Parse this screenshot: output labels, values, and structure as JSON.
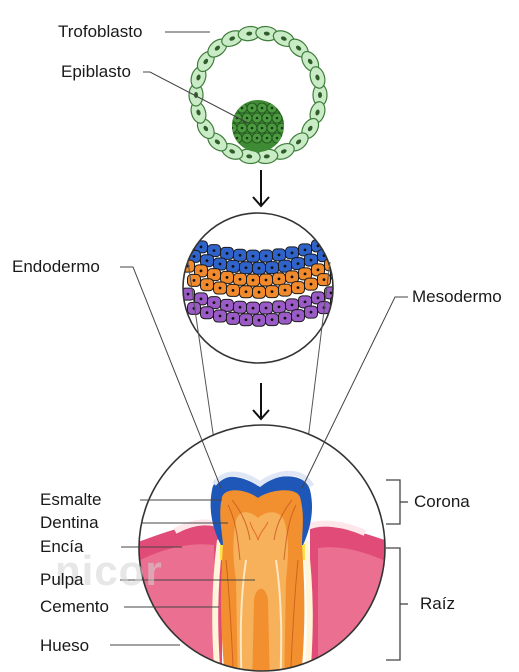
{
  "labels": {
    "trofoblasto": "Trofoblasto",
    "epiblasto": "Epiblasto",
    "endodermo": "Endodermo",
    "mesodermo": "Mesodermo",
    "esmalte": "Esmalte",
    "dentina": "Dentina",
    "encia": "Encía",
    "pulpa": "Pulpa",
    "cemento": "Cemento",
    "hueso": "Hueso",
    "corona": "Corona",
    "raiz": "Raíz"
  },
  "watermark": "nicor",
  "colors": {
    "trophoblast_fill": "#c9ecc7",
    "trophoblast_stroke": "#3f7d3b",
    "epiblast_fill": "#3f8a34",
    "layer_blue": "#2f63c9",
    "layer_orange": "#f08a2c",
    "layer_purple": "#9b5bc6",
    "gum_pink": "#e04b78",
    "enamel_blue": "#1e57b7",
    "dentin_orange": "#f2902f",
    "pulp_orange": "#f5a04a",
    "bone_pink": "#f07d9a"
  }
}
